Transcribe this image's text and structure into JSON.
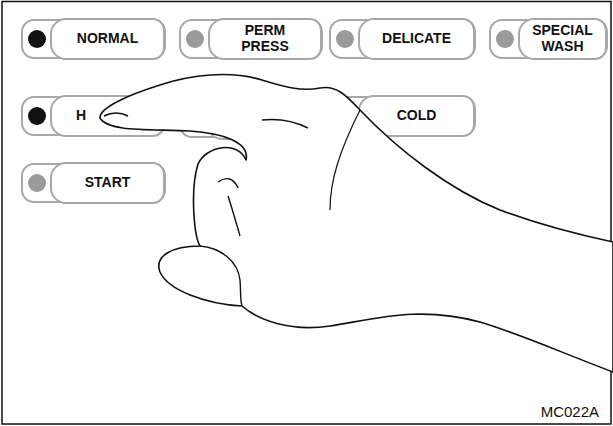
{
  "diagram": {
    "nodes": [
      {
        "text": [
          "NORMAL"
        ]
      },
      {
        "text": [
          "PERM PRESS"
        ]
      },
      {
        "text": [
          "DELICATE"
        ]
      },
      {
        "text": [
          "SPECIAL WASH"
        ]
      },
      {
        "text": [
          "H"
        ]
      },
      {
        "text": [
          "COLD"
        ]
      },
      {
        "text": [
          "START"
        ]
      }
    ],
    "edges": [],
    "labels": [
      "MC022A"
    ]
  }
}
